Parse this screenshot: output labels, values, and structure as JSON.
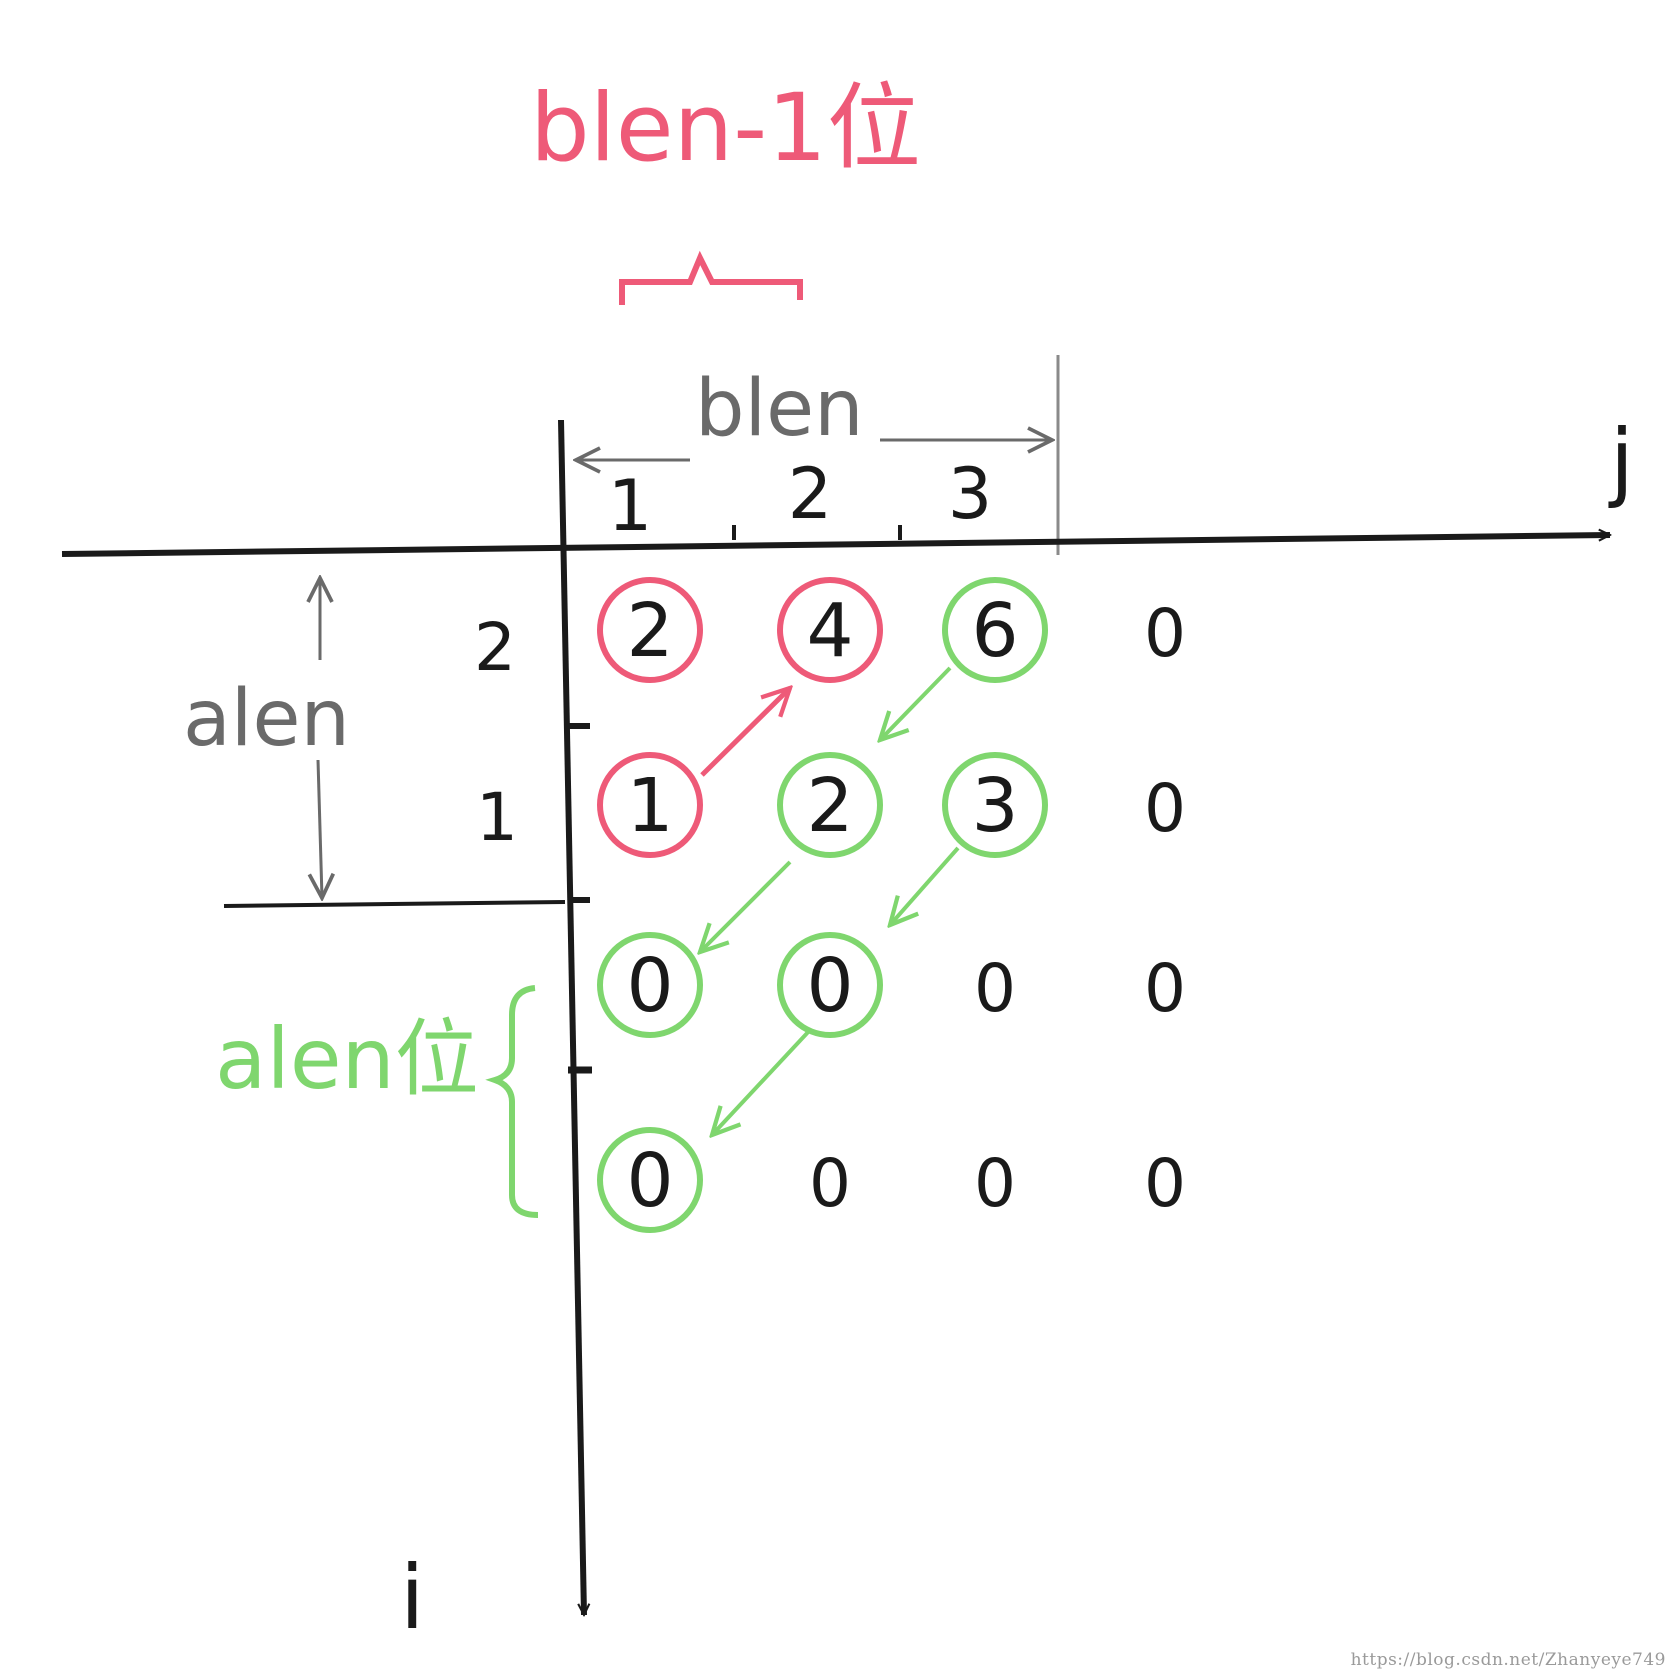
{
  "top_label": "blen-1位",
  "span_labels": {
    "blen": "blen",
    "alen": "alen",
    "alen_wei": "alen位"
  },
  "axes": {
    "horizontal": "j",
    "vertical": "i"
  },
  "column_indices": [
    "1",
    "2",
    "3"
  ],
  "row_indices": [
    "2",
    "1"
  ],
  "grid": [
    [
      "2",
      "4",
      "6",
      "0"
    ],
    [
      "1",
      "2",
      "3",
      "0"
    ],
    [
      "0",
      "0",
      "0",
      "0"
    ],
    [
      "0",
      "0",
      "0",
      "0"
    ]
  ],
  "circled_red": [
    [
      0,
      0
    ],
    [
      0,
      1
    ],
    [
      1,
      0
    ]
  ],
  "circled_green": [
    [
      0,
      2
    ],
    [
      1,
      1
    ],
    [
      1,
      2
    ],
    [
      2,
      0
    ],
    [
      2,
      1
    ],
    [
      3,
      0
    ]
  ],
  "colors": {
    "black": "#1a1a1a",
    "gray": "#6a6a6a",
    "red": "#ee5a78",
    "green": "#7fd66e"
  },
  "watermark": "https://blog.csdn.net/Zhanyeye749"
}
